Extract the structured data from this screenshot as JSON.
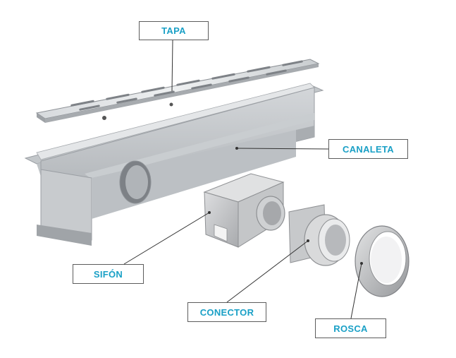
{
  "labels": {
    "tapa": "TAPA",
    "canaleta": "CANALETA",
    "sifon": "SIFÓN",
    "conector": "CONECTOR",
    "rosca": "ROSCA"
  },
  "colors": {
    "label_text": "#1aa0c6",
    "label_border": "#5c5c5c",
    "leader_line": "#333333",
    "metal_light": "#e2e4e6",
    "metal_mid": "#b9bdc1",
    "metal_dark": "#8d9196",
    "plastic_light": "#d9dadb",
    "plastic_mid": "#b4b6b8",
    "plastic_dark": "#8e9093"
  }
}
